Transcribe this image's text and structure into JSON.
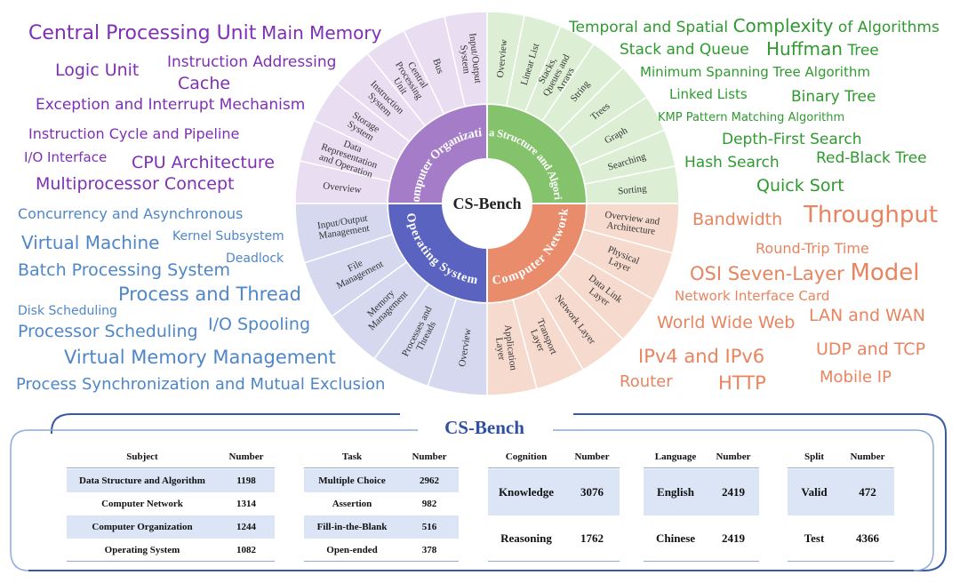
{
  "wheel": {
    "center_label": "CS-Bench",
    "quadrants": [
      {
        "name": "Computer Organization",
        "color": "#a57cc8",
        "light": "#e8ddf1",
        "topics": [
          "Overview",
          "Data Representation and Operation",
          "Storage System",
          "Instruction System",
          "Central Processing Unit",
          "Bus",
          "Input/Output System"
        ]
      },
      {
        "name": "Data Structure and Algorithm",
        "color": "#84c26c",
        "light": "#dcefd4",
        "topics": [
          "Overview",
          "Linear List",
          "Stacks, Queues and Arrays",
          "String",
          "Trees",
          "Graph",
          "Searching",
          "Sorting"
        ]
      },
      {
        "name": "Computer Network",
        "color": "#e88c6c",
        "light": "#f7dace",
        "topics": [
          "Overview and Architecture",
          "Physical Layer",
          "Data Link Layer",
          "Network Layer",
          "Transport Layer",
          "Application Layer"
        ]
      },
      {
        "name": "Operating System",
        "color": "#5b63c0",
        "light": "#d5d8ef",
        "topics": [
          "Overview",
          "Processes and Threads",
          "Memory Management",
          "File Management",
          "Input/Output Management"
        ]
      }
    ]
  },
  "keywords": {
    "organization": [
      "Central Processing Unit",
      "Main Memory",
      "Logic Unit",
      "Instruction Addressing",
      "Cache",
      "Exception and Interrupt Mechanism",
      "Instruction Cycle and Pipeline",
      "I/O Interface",
      "CPU Architecture",
      "Multiprocessor Concept"
    ],
    "algorithm": [
      "Temporal and Spatial ",
      "Complexity",
      " of Algorithms",
      "Stack and Queue",
      "Huffman",
      " Tree",
      "Minimum Spanning Tree Algorithm",
      "Linked Lists",
      "Binary Tree",
      "KMP Pattern Matching Algorithm",
      "Depth-First Search",
      "Hash Search",
      "Red-Black Tree",
      "Quick Sort"
    ],
    "os": [
      "Concurrency and Asynchronous",
      "Virtual Machine",
      "Kernel Subsystem",
      "Deadlock",
      "Batch Processing System",
      "Process and Thread",
      "Disk Scheduling",
      "Processor Scheduling",
      "I/O Spooling",
      "Virtual Memory Management",
      "Process Synchronization and Mutual Exclusion"
    ],
    "network": [
      "Bandwidth",
      "Throughput",
      "Round-Trip Time",
      "OSI Seven-Layer ",
      "Model",
      "Network Interface Card",
      "World Wide Web",
      "LAN and WAN",
      "UDP and TCP",
      "IPv4 and IPv6",
      "Router",
      "HTTP",
      "Mobile IP"
    ]
  },
  "tables": {
    "title": "CS-Bench",
    "subject": {
      "headers": [
        "Subject",
        "Number"
      ],
      "rows": [
        [
          "Data Structure and Algorithm",
          "1198"
        ],
        [
          "Computer Network",
          "1314"
        ],
        [
          "Computer Organization",
          "1244"
        ],
        [
          "Operating System",
          "1082"
        ]
      ]
    },
    "task": {
      "headers": [
        "Task",
        "Number"
      ],
      "rows": [
        [
          "Multiple Choice",
          "2962"
        ],
        [
          "Assertion",
          "982"
        ],
        [
          "Fill-in-the-Blank",
          "516"
        ],
        [
          "Open-ended",
          "378"
        ]
      ]
    },
    "cognition": {
      "headers": [
        "Cognition",
        "Number"
      ],
      "rows": [
        [
          "Knowledge",
          "3076"
        ],
        [
          "Reasoning",
          "1762"
        ]
      ]
    },
    "language": {
      "headers": [
        "Language",
        "Number"
      ],
      "rows": [
        [
          "English",
          "2419"
        ],
        [
          "Chinese",
          "2419"
        ]
      ]
    },
    "split": {
      "headers": [
        "Split",
        "Number"
      ],
      "rows": [
        [
          "Valid",
          "472"
        ],
        [
          "Test",
          "4366"
        ]
      ]
    }
  },
  "colors": {
    "purple": "#7e2fb6",
    "green": "#2f9a2f",
    "blue": "#4f86c8",
    "orange": "#e8845f",
    "frame": "#3a5aa8",
    "table_shade": "#dbe5f6"
  }
}
